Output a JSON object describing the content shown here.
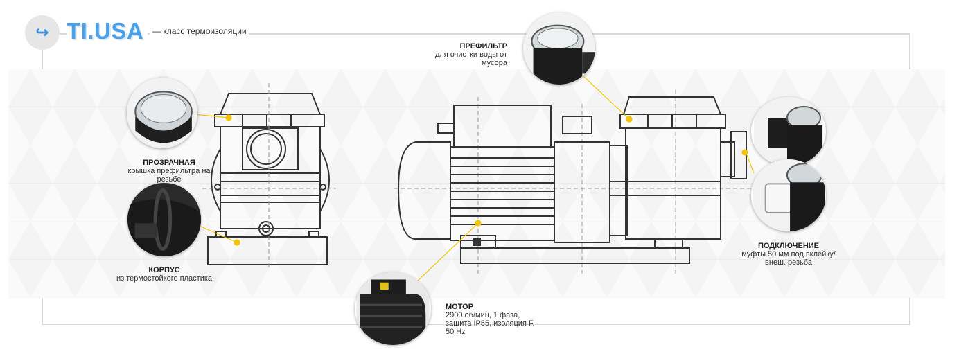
{
  "brand": {
    "name": "TI.USA",
    "subtitle": "— класс термоизоляции",
    "icon": "return-arrow-icon"
  },
  "labels": {
    "lid": {
      "title": "ПРОЗРАЧНАЯ",
      "lines": [
        "крышка префильтра на",
        "резьбе"
      ]
    },
    "body": {
      "title": "КОРПУС",
      "lines": [
        "из термостойкого пластика"
      ]
    },
    "prefilter": {
      "title": "ПРЕФИЛЬТР",
      "lines": [
        "для очистки воды от",
        "мусора"
      ]
    },
    "connection": {
      "title": "ПОДКЛЮЧЕНИЕ",
      "lines": [
        "муфты 50 мм под вклейку/",
        "внеш. резьба"
      ]
    },
    "motor": {
      "title": "МОТОР",
      "lines": [
        "2900 об/мин, 1 фаза,",
        "защита IP55, изоляция F,",
        "50 Hz"
      ]
    }
  },
  "colors": {
    "accent": "#f2c500",
    "brand": "#4aa0e8",
    "line": "#333333"
  }
}
